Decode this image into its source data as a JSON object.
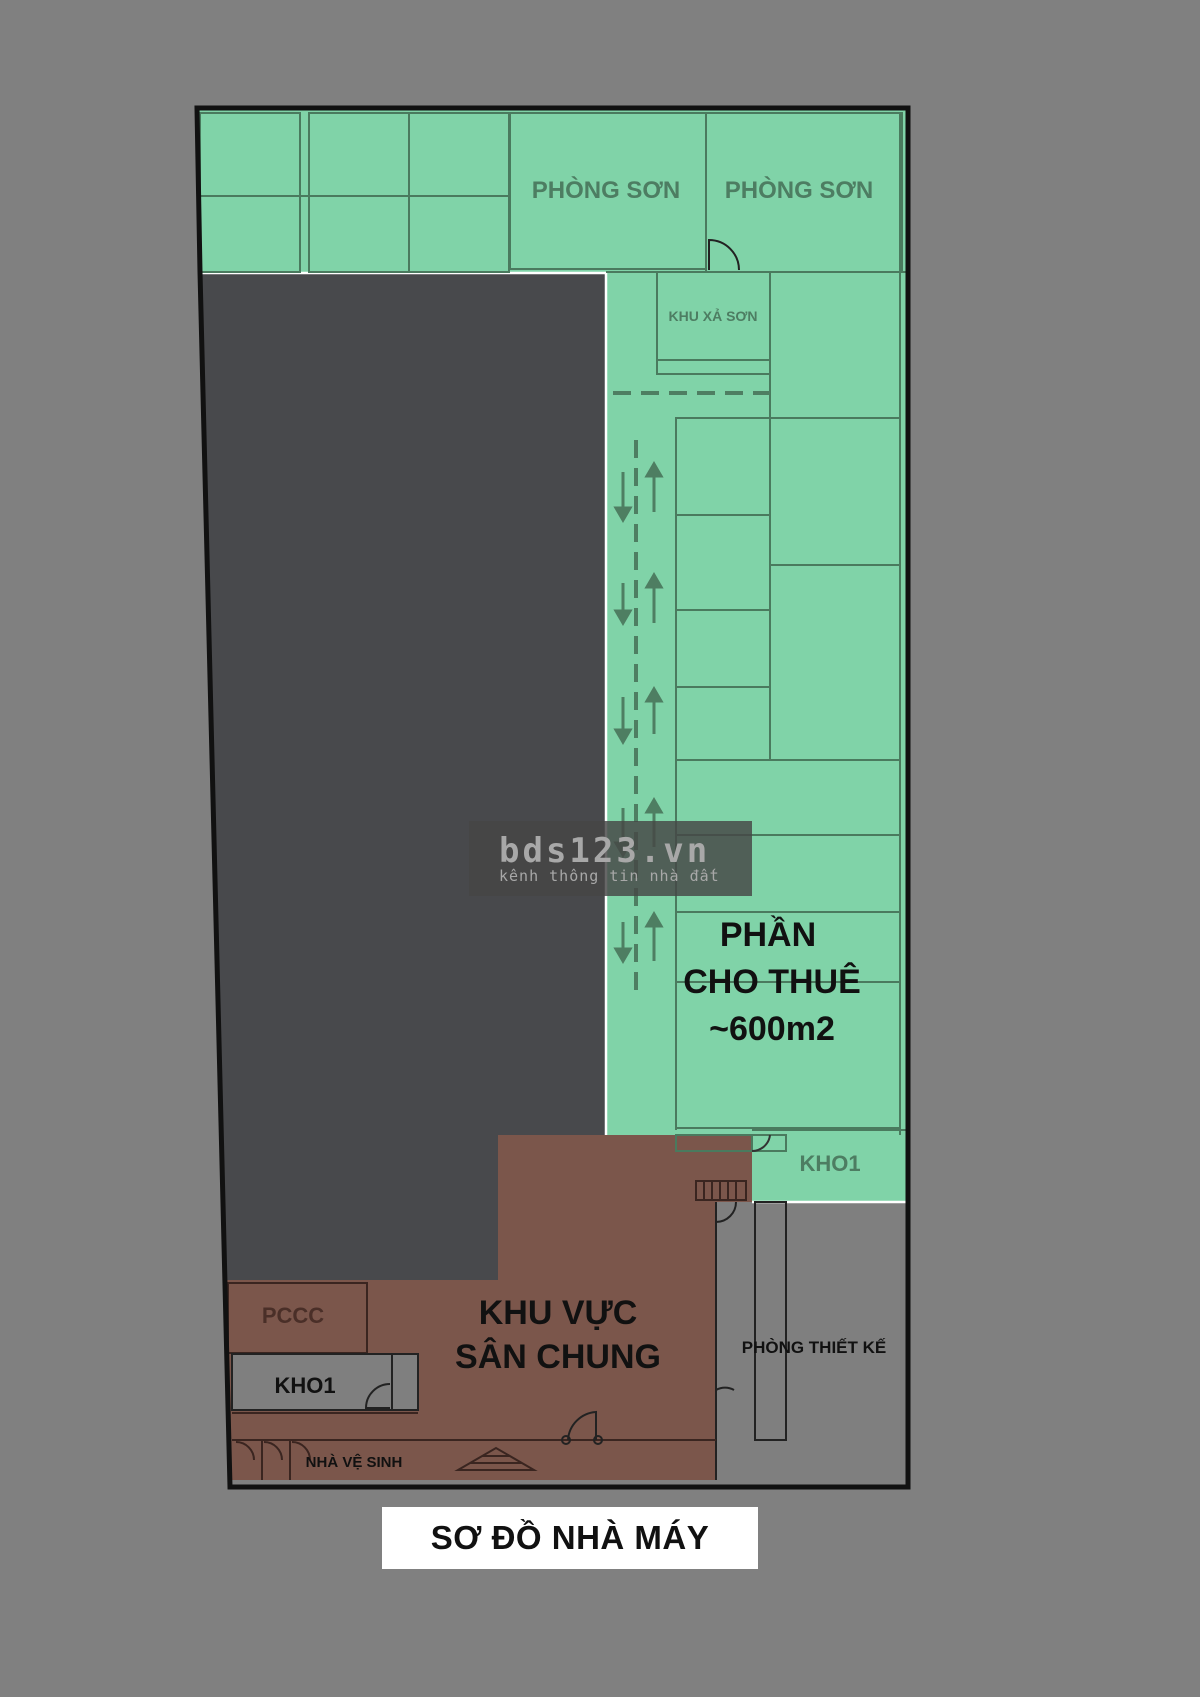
{
  "colors": {
    "background": "#808080",
    "rental_zone": "#80d3a8",
    "existing_building": "#48494c",
    "common_yard": "#7b564b",
    "design_room": "#7f7f7f",
    "outline": "#111111",
    "room_line": "#4a7a5e",
    "flow_arrows": "#4e7e62"
  },
  "rooms": {
    "paint_room_1": "PHÒNG SƠN",
    "paint_room_2": "PHÒNG SƠN",
    "paint_discharge": "KHU XẢ SƠN",
    "rental_line1": "PHẦN",
    "rental_line2": "CHO THUÊ",
    "rental_line3": "~600m2",
    "storage_right": "KHO1",
    "common_yard_line1": "KHU VỰC",
    "common_yard_line2": "SÂN CHUNG",
    "fire_room": "PCCC",
    "storage_left": "KHO1",
    "restroom": "NHÀ VỆ SINH",
    "design_room": "PHÒNG THIẾT KẾ"
  },
  "icons": {
    "flow_arrows": "up-down-arrows-icon",
    "door": "door-swing-icon",
    "stairs": "stairs-icon",
    "entrance": "triangle-entrance-icon"
  },
  "caption": "SƠ ĐỒ NHÀ MÁY",
  "watermark": {
    "title": "bds123.vn",
    "subtitle": "kênh thông tin nhà đất"
  }
}
